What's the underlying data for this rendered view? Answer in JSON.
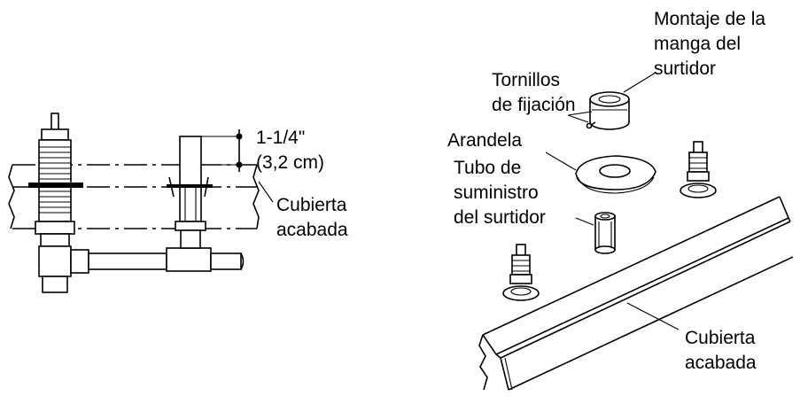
{
  "left_figure": {
    "dimension_line1": "1-1/4\"",
    "dimension_line2": "(3,2 cm)",
    "deck_label_line1": "Cubierta",
    "deck_label_line2": "acabada"
  },
  "right_figure": {
    "sleeve_label": [
      "Montaje de la",
      "manga del",
      "surtidor"
    ],
    "screws_label": [
      "Tornillos",
      "de fijación"
    ],
    "washer_label": "Arandela",
    "tube_label": [
      "Tubo de",
      "suministro",
      "del surtidor"
    ],
    "deck_label": [
      "Cubierta",
      "acabada"
    ]
  }
}
